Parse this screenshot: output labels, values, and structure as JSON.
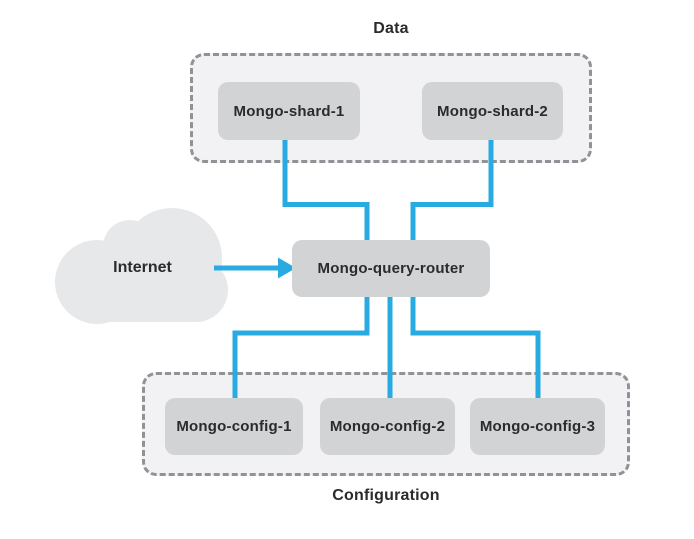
{
  "diagram": {
    "internet": {
      "label": "Internet"
    },
    "router": {
      "label": "Mongo-query-router"
    },
    "data_group": {
      "label": "Data",
      "nodes": [
        {
          "label": "Mongo-shard-1"
        },
        {
          "label": "Mongo-shard-2"
        }
      ]
    },
    "config_group": {
      "label": "Configuration",
      "nodes": [
        {
          "label": "Mongo-config-1"
        },
        {
          "label": "Mongo-config-2"
        },
        {
          "label": "Mongo-config-3"
        }
      ]
    },
    "colors": {
      "connector": "#29abe2",
      "node_fill": "#d2d3d5",
      "group_fill": "#f2f2f4",
      "group_border": "#909296",
      "cloud_fill": "#e7e8ea",
      "text": "#2b2b2d",
      "background": "#ffffff"
    }
  }
}
